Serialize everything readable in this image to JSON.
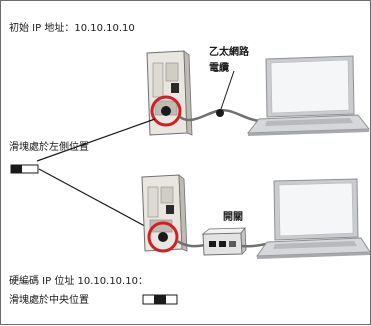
{
  "labels": {
    "default_ip": "初始 IP 地址：10.10.10.10",
    "ethernet_cable": "乙太網路\n電纜",
    "slider_left": "滑塊處於左側位置",
    "switch": "開關",
    "hardcoded_ip": "硬編碼 IP 位址 10.10.10.10：",
    "slider_center": "滑塊處於中央位置"
  },
  "colors": {
    "highlight": "#d11f26",
    "device": "#e8e6de",
    "laptop_body": "#c9cbce",
    "laptop_screen": "#f5f6f7",
    "line": "#1a1a1a"
  },
  "icons": [
    "ethernet-device",
    "laptop-computer",
    "network-switch",
    "slider-switch-left",
    "slider-switch-center"
  ]
}
